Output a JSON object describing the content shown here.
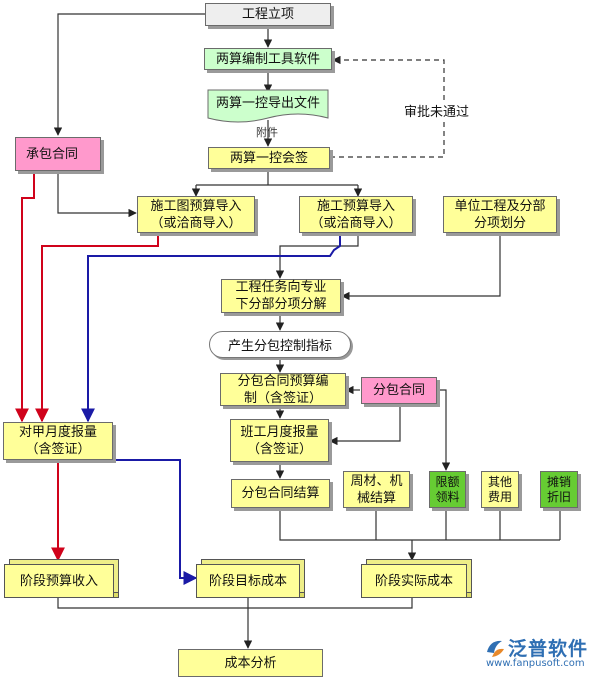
{
  "nodes": {
    "project_setup": "工程立项",
    "budget_tool": "两算编制工具软件",
    "export_file": "两算一控导出文件",
    "countersign": "两算一控会签",
    "general_contract": "承包合同",
    "drawing_budget_import": "施工图预算导入\n（或洽商导入）",
    "construction_budget_import": "施工预算导入\n（或洽商导入）",
    "unit_division": "单位工程及分部\n分项划分",
    "task_breakdown": "工程任务向专业\n下分部分项分解",
    "control_index": "产生分包控制指标",
    "subcontract_budget": "分包合同预算编\n制（含签证）",
    "subcontract": "分包合同",
    "monthly_report_a": "对甲月度报量\n（含签证）",
    "team_monthly_report": "班工月度报量\n（含签证）",
    "subcontract_settlement": "分包合同结算",
    "material_settlement": "周材、机\n械结算",
    "quota_material": "限额\n领料",
    "other_cost": "其他\n费用",
    "amortization": "摊销\n折旧",
    "stage_income": "阶段预算收入",
    "stage_target_cost": "阶段目标成本",
    "stage_actual_cost": "阶段实际成本",
    "cost_analysis": "成本分析"
  },
  "labels": {
    "rejected": "审批未通过",
    "attachment": "附件"
  },
  "logo": {
    "name": "泛普软件",
    "url": "www.fanpusoft.com"
  },
  "colors": {
    "box_yellow": "#ffff99",
    "box_pink": "#ff99cc",
    "box_green": "#66cc33",
    "box_light_green": "#ccffcc",
    "box_gray": "#eeeeee",
    "arrow_red": "#d0021b",
    "arrow_blue": "#1a1aa6",
    "line_dark": "#333333"
  }
}
